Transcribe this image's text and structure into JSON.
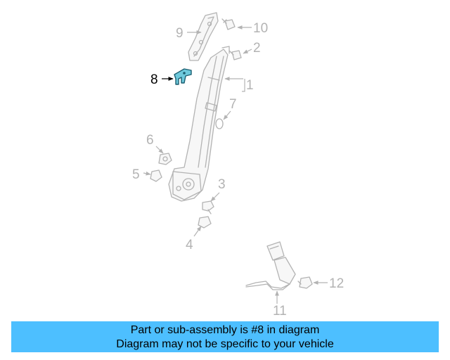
{
  "callouts": {
    "c1": "1",
    "c2": "2",
    "c3": "3",
    "c4": "4",
    "c5": "5",
    "c6": "6",
    "c7": "7",
    "c8": "8",
    "c9": "9",
    "c10": "10",
    "c11": "11",
    "c12": "12"
  },
  "highlighted_part": "8",
  "colors": {
    "highlight_fill": "#6ec9dc",
    "highlight_stroke": "#1c5e70",
    "banner_background": "#4dbfff",
    "line_art": "#b3b3b3"
  },
  "banner": {
    "line1": "Part or sub-assembly is #8 in diagram",
    "line2": "Diagram may not be specific to your vehicle"
  }
}
